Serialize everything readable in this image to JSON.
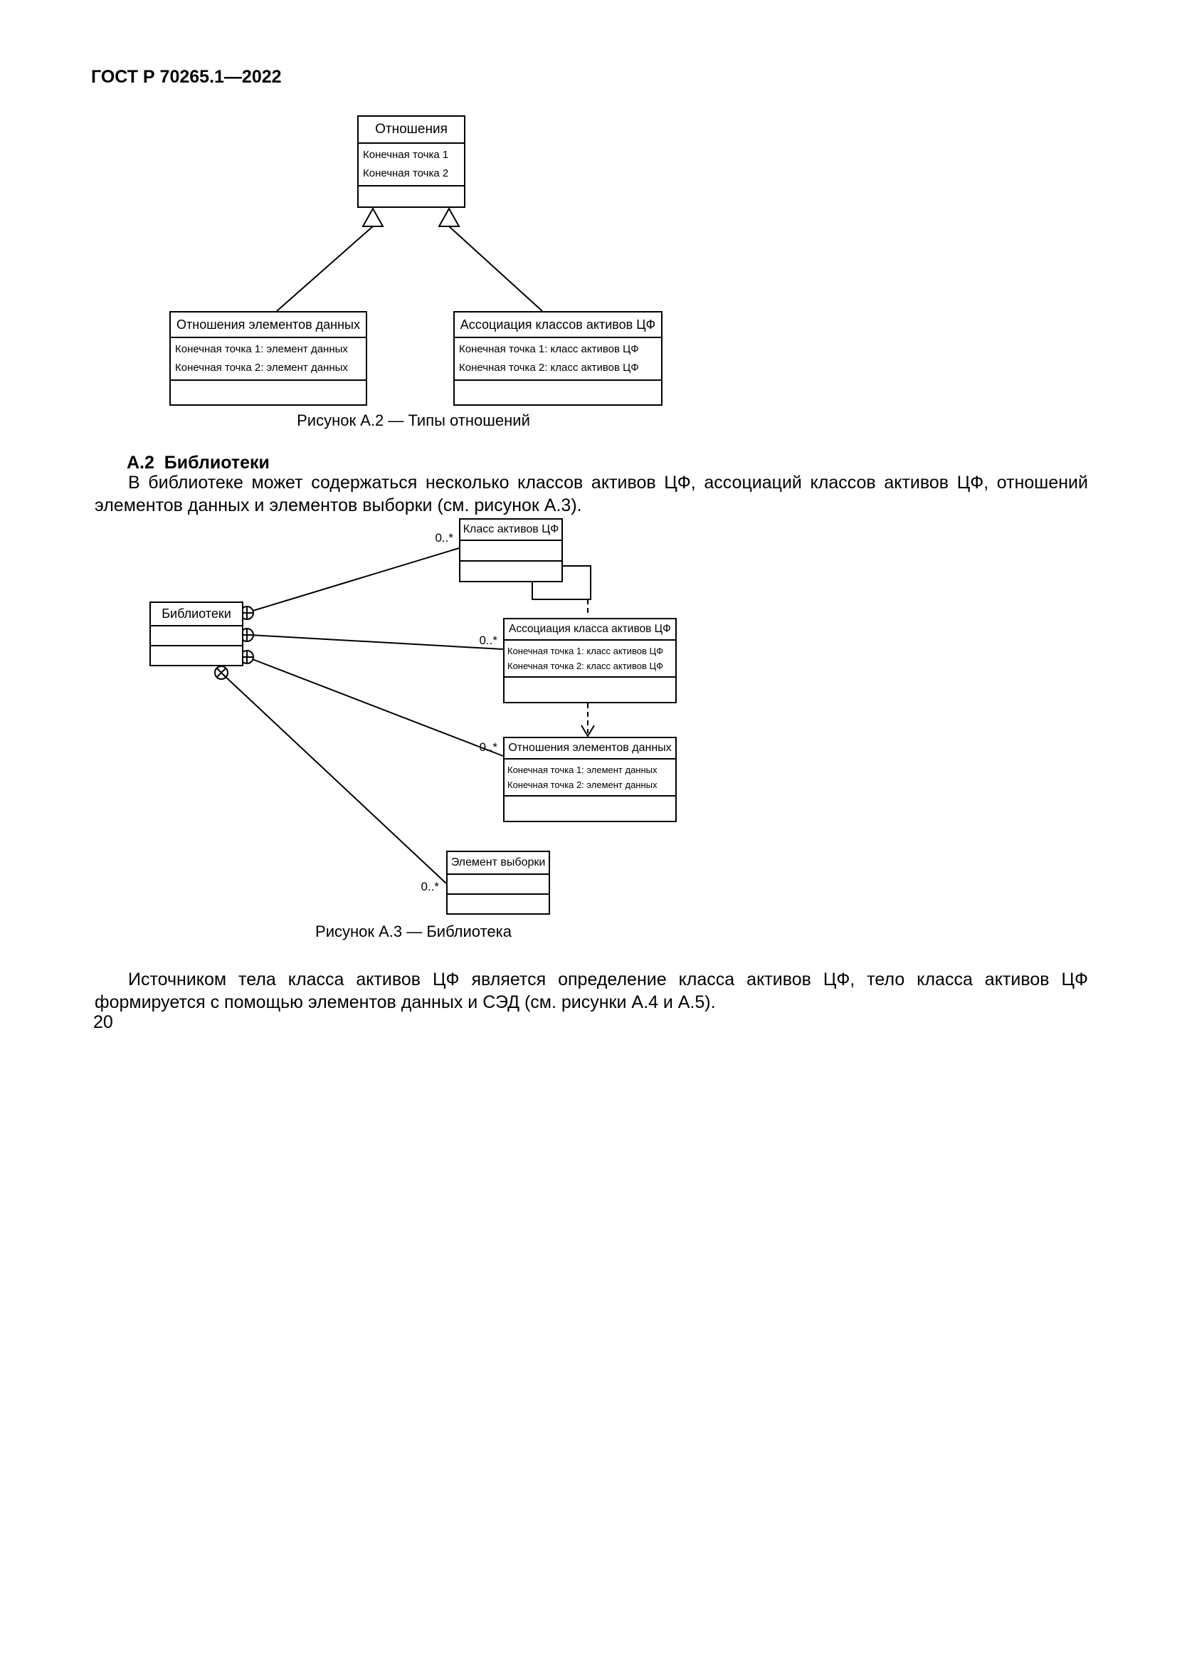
{
  "page": {
    "header": "ГОСТ Р 70265.1—2022",
    "number": "20"
  },
  "section": {
    "heading": "А.2  Библиотеки",
    "intro_paragraph": "В библиотеке может содержаться несколько классов активов ЦФ, ассоциаций классов активов ЦФ, отношений элементов данных и элементов выборки (см. рисунок А.3).",
    "closing_paragraph": "Источником тела класса активов ЦФ является определение класса активов ЦФ, тело класса активов ЦФ формируется с помощью элементов данных и СЭД (см. рисунки А.4 и А.5)."
  },
  "figure_a2": {
    "caption": "Рисунок А.2 — Типы отношений",
    "parent": {
      "title": "Отношения",
      "attributes": [
        "Конечная точка 1",
        "Конечная точка 2"
      ]
    },
    "left_child": {
      "title": "Отношения элементов данных",
      "attributes": [
        "Конечная точка 1: элемент данных",
        "Конечная точка 2: элемент данных"
      ]
    },
    "right_child": {
      "title": "Ассоциация классов активов ЦФ",
      "attributes": [
        "Конечная точка 1: класс активов ЦФ",
        "Конечная точка 2: класс активов ЦФ"
      ]
    }
  },
  "figure_a3": {
    "caption": "Рисунок А.3 — Библиотека",
    "libraries": {
      "title": "Библиотеки"
    },
    "asset_class": {
      "title": "Класс активов ЦФ",
      "multiplicity": "0..*"
    },
    "association": {
      "title": "Ассоциация класса активов ЦФ",
      "multiplicity": "0..*",
      "attributes": [
        "Конечная точка 1: класс активов ЦФ",
        "Конечная точка 2: класс активов ЦФ"
      ]
    },
    "relations": {
      "title": "Отношения элементов данных",
      "multiplicity": "0..*",
      "attributes": [
        "Конечная точка 1: элемент данных",
        "Конечная точка 2: элемент данных"
      ]
    },
    "selection": {
      "title": "Элемент выборки",
      "multiplicity": "0..*"
    }
  }
}
